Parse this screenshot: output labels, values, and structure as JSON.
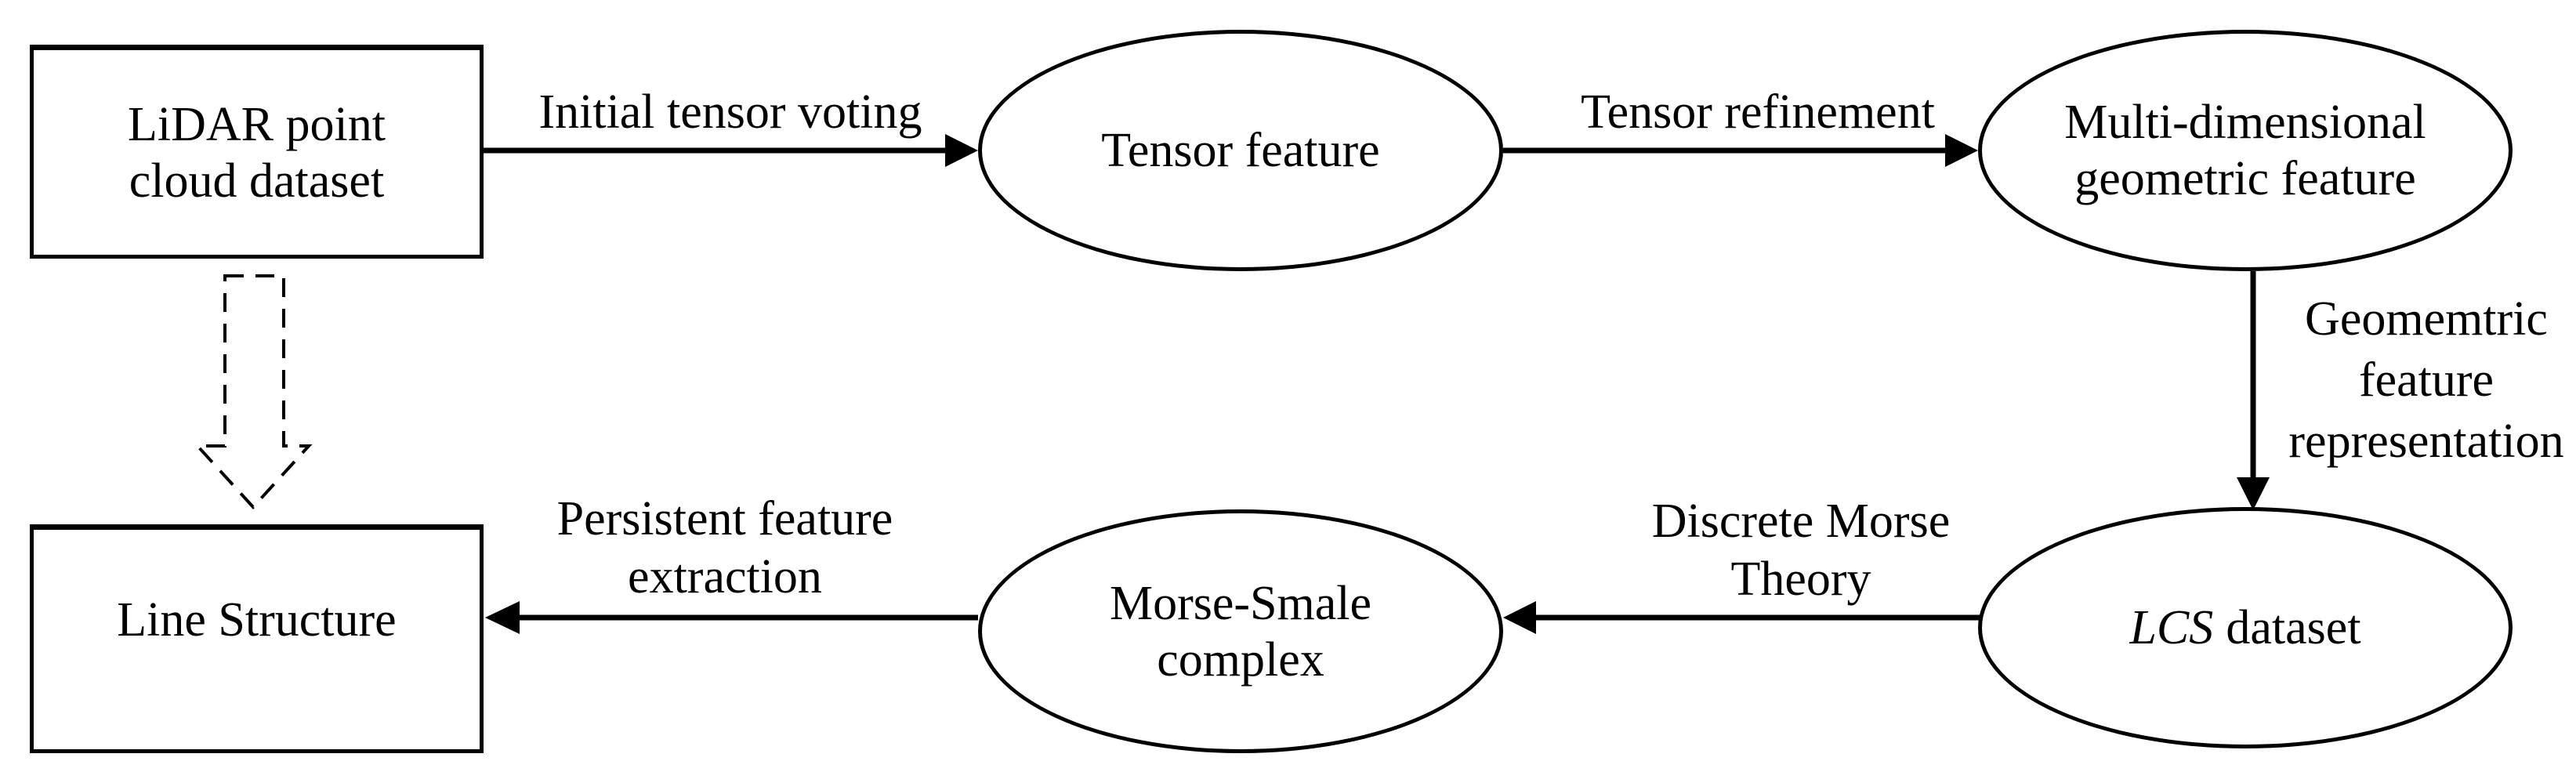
{
  "colors": {
    "background": "#ffffff",
    "stroke": "#000000",
    "text": "#000000"
  },
  "nodes": {
    "lidar": {
      "line1": "LiDAR point",
      "line2": "cloud dataset"
    },
    "tensor": {
      "line1": "Tensor feature"
    },
    "multi": {
      "line1": "Multi-dimensional",
      "line2": "geometric feature"
    },
    "lcs": {
      "italic": "LCS",
      "rest": "dataset"
    },
    "morse": {
      "line1": "Morse-Smale",
      "line2": "complex"
    },
    "line_structure": {
      "line1": "Line Structure"
    }
  },
  "edge_labels": {
    "initial_tensor_voting": {
      "line1": "Initial tensor voting"
    },
    "tensor_refinement": {
      "line1": "Tensor refinement"
    },
    "geomemtric_representation": {
      "line1": "Geomemtric",
      "line2": "feature",
      "line3": "representation"
    },
    "discrete_morse": {
      "line1": "Discrete Morse",
      "line2": "Theory"
    },
    "persistent_extraction": {
      "line1": "Persistent feature",
      "line2": "extraction"
    }
  }
}
